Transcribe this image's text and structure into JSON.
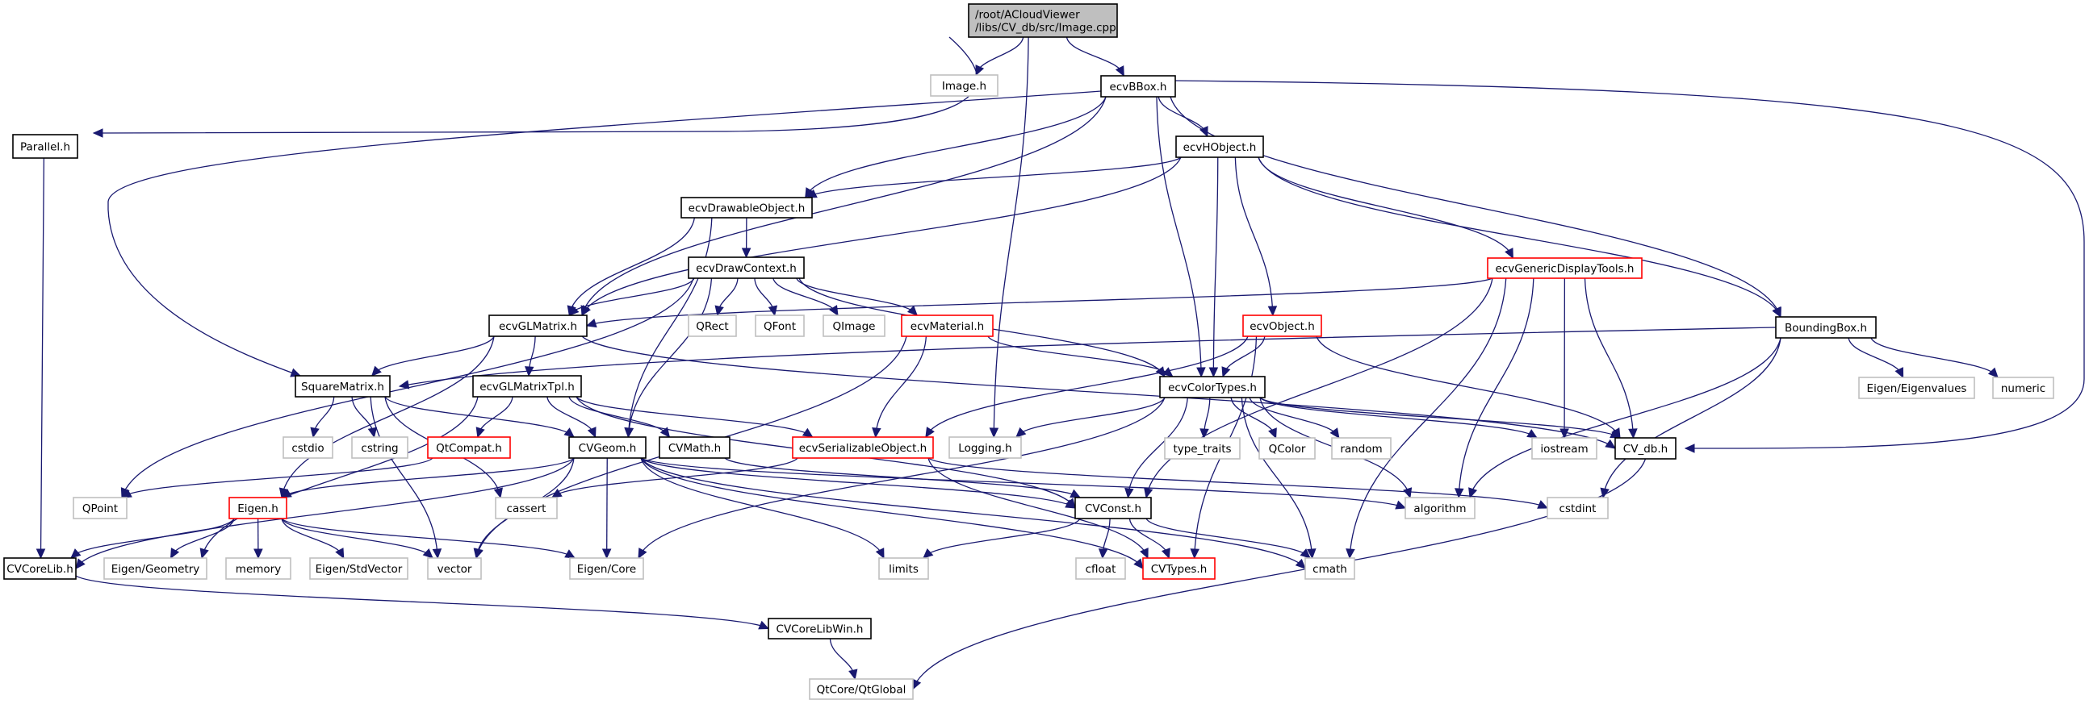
{
  "title": "Include dependency graph for Image.cpp",
  "colors": {
    "edge": "#191970",
    "root_fill": "#bfbfbf",
    "local_border": "#000000",
    "external_border": "#bfbfbf",
    "incomplete_border": "#ff0000"
  },
  "nodes": [
    {
      "id": "root",
      "label": [
        "/root/ACloudViewer",
        "/libs/CV_db/src/Image.cpp"
      ],
      "kind": "root"
    },
    {
      "id": "Image.h",
      "label": [
        "Image.h"
      ],
      "kind": "external"
    },
    {
      "id": "ecvBBox.h",
      "label": [
        "ecvBBox.h"
      ],
      "kind": "local"
    },
    {
      "id": "Parallel.h",
      "label": [
        "Parallel.h"
      ],
      "kind": "local"
    },
    {
      "id": "ecvHObject.h",
      "label": [
        "ecvHObject.h"
      ],
      "kind": "local"
    },
    {
      "id": "ecvDrawableObject.h",
      "label": [
        "ecvDrawableObject.h"
      ],
      "kind": "local"
    },
    {
      "id": "ecvDrawContext.h",
      "label": [
        "ecvDrawContext.h"
      ],
      "kind": "local"
    },
    {
      "id": "ecvGenericDisplayTools.h",
      "label": [
        "ecvGenericDisplayTools.h"
      ],
      "kind": "incomplete"
    },
    {
      "id": "ecvGLMatrix.h",
      "label": [
        "ecvGLMatrix.h"
      ],
      "kind": "local"
    },
    {
      "id": "QRect",
      "label": [
        "QRect"
      ],
      "kind": "external"
    },
    {
      "id": "QFont",
      "label": [
        "QFont"
      ],
      "kind": "external"
    },
    {
      "id": "QImage",
      "label": [
        "QImage"
      ],
      "kind": "external"
    },
    {
      "id": "ecvMaterial.h",
      "label": [
        "ecvMaterial.h"
      ],
      "kind": "incomplete"
    },
    {
      "id": "ecvObject.h",
      "label": [
        "ecvObject.h"
      ],
      "kind": "incomplete"
    },
    {
      "id": "BoundingBox.h",
      "label": [
        "BoundingBox.h"
      ],
      "kind": "local"
    },
    {
      "id": "SquareMatrix.h",
      "label": [
        "SquareMatrix.h"
      ],
      "kind": "local"
    },
    {
      "id": "ecvGLMatrixTpl.h",
      "label": [
        "ecvGLMatrixTpl.h"
      ],
      "kind": "local"
    },
    {
      "id": "ecvColorTypes.h",
      "label": [
        "ecvColorTypes.h"
      ],
      "kind": "local"
    },
    {
      "id": "Eigen/Eigenvalues",
      "label": [
        "Eigen/Eigenvalues"
      ],
      "kind": "external"
    },
    {
      "id": "numeric",
      "label": [
        "numeric"
      ],
      "kind": "external"
    },
    {
      "id": "cstdio",
      "label": [
        "cstdio"
      ],
      "kind": "external"
    },
    {
      "id": "cstring",
      "label": [
        "cstring"
      ],
      "kind": "external"
    },
    {
      "id": "QtCompat.h",
      "label": [
        "QtCompat.h"
      ],
      "kind": "incomplete"
    },
    {
      "id": "CVGeom.h",
      "label": [
        "CVGeom.h"
      ],
      "kind": "local"
    },
    {
      "id": "CVMath.h",
      "label": [
        "CVMath.h"
      ],
      "kind": "local"
    },
    {
      "id": "ecvSerializableObject.h",
      "label": [
        "ecvSerializableObject.h"
      ],
      "kind": "incomplete"
    },
    {
      "id": "Logging.h",
      "label": [
        "Logging.h"
      ],
      "kind": "external"
    },
    {
      "id": "type_traits",
      "label": [
        "type_traits"
      ],
      "kind": "external"
    },
    {
      "id": "QColor",
      "label": [
        "QColor"
      ],
      "kind": "external"
    },
    {
      "id": "random",
      "label": [
        "random"
      ],
      "kind": "external"
    },
    {
      "id": "iostream",
      "label": [
        "iostream"
      ],
      "kind": "external"
    },
    {
      "id": "CV_db.h",
      "label": [
        "CV_db.h"
      ],
      "kind": "local"
    },
    {
      "id": "QPoint",
      "label": [
        "QPoint"
      ],
      "kind": "external"
    },
    {
      "id": "Eigen.h",
      "label": [
        "Eigen.h"
      ],
      "kind": "incomplete"
    },
    {
      "id": "cassert",
      "label": [
        "cassert"
      ],
      "kind": "external"
    },
    {
      "id": "CVConst.h",
      "label": [
        "CVConst.h"
      ],
      "kind": "local"
    },
    {
      "id": "algorithm",
      "label": [
        "algorithm"
      ],
      "kind": "external"
    },
    {
      "id": "cstdint",
      "label": [
        "cstdint"
      ],
      "kind": "external"
    },
    {
      "id": "CVCoreLib.h",
      "label": [
        "CVCoreLib.h"
      ],
      "kind": "local"
    },
    {
      "id": "Eigen/Geometry",
      "label": [
        "Eigen/Geometry"
      ],
      "kind": "external"
    },
    {
      "id": "memory",
      "label": [
        "memory"
      ],
      "kind": "external"
    },
    {
      "id": "Eigen/StdVector",
      "label": [
        "Eigen/StdVector"
      ],
      "kind": "external"
    },
    {
      "id": "vector",
      "label": [
        "vector"
      ],
      "kind": "external"
    },
    {
      "id": "Eigen/Core",
      "label": [
        "Eigen/Core"
      ],
      "kind": "external"
    },
    {
      "id": "limits",
      "label": [
        "limits"
      ],
      "kind": "external"
    },
    {
      "id": "cfloat",
      "label": [
        "cfloat"
      ],
      "kind": "external"
    },
    {
      "id": "CVTypes.h",
      "label": [
        "CVTypes.h"
      ],
      "kind": "incomplete"
    },
    {
      "id": "cmath",
      "label": [
        "cmath"
      ],
      "kind": "external"
    },
    {
      "id": "CVCoreLibWin.h",
      "label": [
        "CVCoreLibWin.h"
      ],
      "kind": "local"
    },
    {
      "id": "QtCore/QtGlobal",
      "label": [
        "QtCore/QtGlobal"
      ],
      "kind": "external"
    }
  ],
  "edges": [
    [
      "root",
      "Image.h"
    ],
    [
      "root",
      "ecvBBox.h"
    ],
    [
      "root",
      "Parallel.h"
    ],
    [
      "root",
      "Logging.h"
    ],
    [
      "ecvBBox.h",
      "ecvHObject.h"
    ],
    [
      "ecvBBox.h",
      "ecvDrawableObject.h"
    ],
    [
      "ecvBBox.h",
      "ecvGLMatrix.h"
    ],
    [
      "ecvBBox.h",
      "SquareMatrix.h"
    ],
    [
      "ecvBBox.h",
      "ecvColorTypes.h"
    ],
    [
      "ecvBBox.h",
      "BoundingBox.h"
    ],
    [
      "ecvBBox.h",
      "CV_db.h"
    ],
    [
      "Parallel.h",
      "CVCoreLib.h"
    ],
    [
      "ecvHObject.h",
      "ecvDrawableObject.h"
    ],
    [
      "ecvHObject.h",
      "ecvGLMatrix.h"
    ],
    [
      "ecvHObject.h",
      "ecvGenericDisplayTools.h"
    ],
    [
      "ecvHObject.h",
      "ecvObject.h"
    ],
    [
      "ecvHObject.h",
      "ecvColorTypes.h"
    ],
    [
      "ecvHObject.h",
      "BoundingBox.h"
    ],
    [
      "ecvDrawableObject.h",
      "ecvDrawContext.h"
    ],
    [
      "ecvDrawableObject.h",
      "ecvGLMatrix.h"
    ],
    [
      "ecvDrawableObject.h",
      "CVGeom.h"
    ],
    [
      "ecvDrawContext.h",
      "ecvGLMatrix.h"
    ],
    [
      "ecvDrawContext.h",
      "QRect"
    ],
    [
      "ecvDrawContext.h",
      "QFont"
    ],
    [
      "ecvDrawContext.h",
      "QImage"
    ],
    [
      "ecvDrawContext.h",
      "ecvMaterial.h"
    ],
    [
      "ecvDrawContext.h",
      "ecvColorTypes.h"
    ],
    [
      "ecvDrawContext.h",
      "CVGeom.h"
    ],
    [
      "ecvDrawContext.h",
      "QPoint"
    ],
    [
      "ecvGenericDisplayTools.h",
      "ecvGLMatrix.h"
    ],
    [
      "ecvGenericDisplayTools.h",
      "CVConst.h"
    ],
    [
      "ecvGenericDisplayTools.h",
      "iostream"
    ],
    [
      "ecvGenericDisplayTools.h",
      "CV_db.h"
    ],
    [
      "ecvGenericDisplayTools.h",
      "algorithm"
    ],
    [
      "ecvGenericDisplayTools.h",
      "cmath"
    ],
    [
      "ecvGLMatrix.h",
      "SquareMatrix.h"
    ],
    [
      "ecvGLMatrix.h",
      "ecvGLMatrixTpl.h"
    ],
    [
      "ecvGLMatrix.h",
      "CV_db.h"
    ],
    [
      "ecvGLMatrix.h",
      "Eigen.h"
    ],
    [
      "ecvMaterial.h",
      "ecvColorTypes.h"
    ],
    [
      "ecvMaterial.h",
      "ecvSerializableObject.h"
    ],
    [
      "ecvMaterial.h",
      "vector"
    ],
    [
      "ecvObject.h",
      "ecvColorTypes.h"
    ],
    [
      "ecvObject.h",
      "ecvSerializableObject.h"
    ],
    [
      "ecvObject.h",
      "CV_db.h"
    ],
    [
      "ecvObject.h",
      "CVTypes.h"
    ],
    [
      "BoundingBox.h",
      "SquareMatrix.h"
    ],
    [
      "BoundingBox.h",
      "Eigen/Eigenvalues"
    ],
    [
      "BoundingBox.h",
      "numeric"
    ],
    [
      "BoundingBox.h",
      "algorithm"
    ],
    [
      "BoundingBox.h",
      "cstdint"
    ],
    [
      "SquareMatrix.h",
      "cstdio"
    ],
    [
      "SquareMatrix.h",
      "cstring"
    ],
    [
      "SquareMatrix.h",
      "CVGeom.h"
    ],
    [
      "SquareMatrix.h",
      "cassert"
    ],
    [
      "SquareMatrix.h",
      "vector"
    ],
    [
      "ecvGLMatrixTpl.h",
      "QtCompat.h"
    ],
    [
      "ecvGLMatrixTpl.h",
      "CVGeom.h"
    ],
    [
      "ecvGLMatrixTpl.h",
      "CVMath.h"
    ],
    [
      "ecvGLMatrixTpl.h",
      "ecvSerializableObject.h"
    ],
    [
      "ecvGLMatrixTpl.h",
      "CVConst.h"
    ],
    [
      "ecvGLMatrixTpl.h",
      "Eigen/Geometry"
    ],
    [
      "ecvColorTypes.h",
      "Logging.h"
    ],
    [
      "ecvColorTypes.h",
      "type_traits"
    ],
    [
      "ecvColorTypes.h",
      "QColor"
    ],
    [
      "ecvColorTypes.h",
      "random"
    ],
    [
      "ecvColorTypes.h",
      "iostream"
    ],
    [
      "ecvColorTypes.h",
      "CV_db.h"
    ],
    [
      "ecvColorTypes.h",
      "CVConst.h"
    ],
    [
      "ecvColorTypes.h",
      "algorithm"
    ],
    [
      "ecvColorTypes.h",
      "cmath"
    ],
    [
      "ecvColorTypes.h",
      "Eigen/Core"
    ],
    [
      "QtCompat.h",
      "QPoint"
    ],
    [
      "CVGeom.h",
      "Eigen.h"
    ],
    [
      "CVGeom.h",
      "CVCoreLib.h"
    ],
    [
      "CVGeom.h",
      "vector"
    ],
    [
      "CVGeom.h",
      "Eigen/Core"
    ],
    [
      "CVGeom.h",
      "limits"
    ],
    [
      "CVGeom.h",
      "CVConst.h"
    ],
    [
      "CVGeom.h",
      "CVTypes.h"
    ],
    [
      "CVGeom.h",
      "cmath"
    ],
    [
      "CVGeom.h",
      "algorithm"
    ],
    [
      "CVMath.h",
      "CVConst.h"
    ],
    [
      "ecvSerializableObject.h",
      "cassert"
    ],
    [
      "ecvSerializableObject.h",
      "CVTypes.h"
    ],
    [
      "ecvSerializableObject.h",
      "cstdint"
    ],
    [
      "CV_db.h",
      "QtCore/QtGlobal"
    ],
    [
      "Eigen.h",
      "CVCoreLib.h"
    ],
    [
      "Eigen.h",
      "Eigen/Geometry"
    ],
    [
      "Eigen.h",
      "memory"
    ],
    [
      "Eigen.h",
      "Eigen/StdVector"
    ],
    [
      "Eigen.h",
      "vector"
    ],
    [
      "Eigen.h",
      "Eigen/Core"
    ],
    [
      "CVConst.h",
      "limits"
    ],
    [
      "CVConst.h",
      "cfloat"
    ],
    [
      "CVConst.h",
      "CVTypes.h"
    ],
    [
      "CVConst.h",
      "cmath"
    ],
    [
      "CVCoreLib.h",
      "CVCoreLibWin.h"
    ],
    [
      "CVCoreLibWin.h",
      "QtCore/QtGlobal"
    ]
  ]
}
